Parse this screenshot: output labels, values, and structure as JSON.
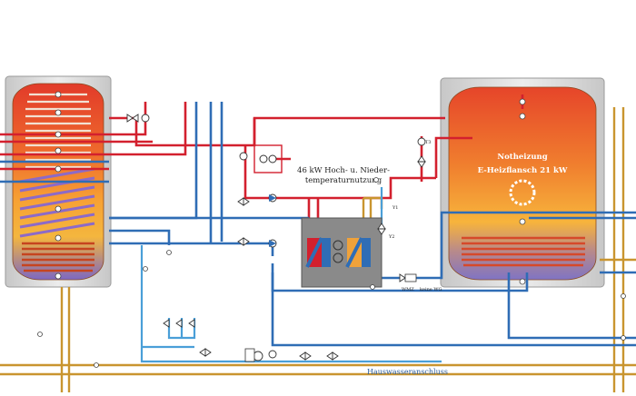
{
  "labels": {
    "heat_pump_title_line1": "46 kW Hoch- u. Nieder-",
    "heat_pump_title_line2": "temperaturnutzung",
    "emergency_heating": "Notheizung",
    "e_flange": "E-Heizflansch 21 kW",
    "house_water": "Hauswasseranschluss",
    "wmz": "WMZ",
    "no_wg": "keine WG",
    "y1": "Y1",
    "y2": "Y2",
    "t3": "T3"
  },
  "colors": {
    "hot_pipe": "#d3202e",
    "cold_pipe": "#2f6db5",
    "return_pipe": "#1e3f8f",
    "fresh_water_pipe": "#4a9fd8",
    "supply_pipe": "#c9952f",
    "tank_hot": "#e8452b",
    "tank_warm": "#f59a2f",
    "tank_cool": "#8d6fc0",
    "tank_shell": "#d9d9d9",
    "heat_pump_body": "#8a8a8a"
  },
  "icons": [
    "valve-icon",
    "pump-icon",
    "sensor-icon",
    "heat-exchanger-icon",
    "meter-icon"
  ]
}
